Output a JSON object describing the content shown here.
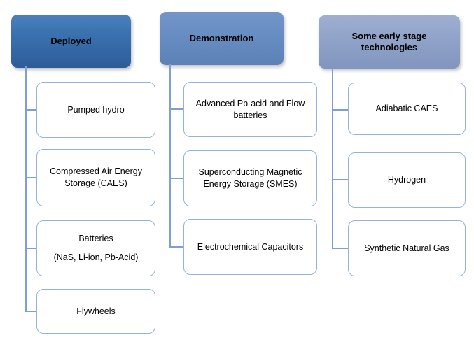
{
  "diagram": {
    "type": "hierarchy-list",
    "columns": [
      {
        "header": "Deployed",
        "items": [
          {
            "label": "Pumped hydro"
          },
          {
            "label": "Compressed Air Energy Storage (CAES)"
          },
          {
            "label": "Batteries\n(NaS, Li-ion, Pb-Acid)"
          },
          {
            "label": "Flywheels"
          }
        ]
      },
      {
        "header": "Demonstration",
        "items": [
          {
            "label": "Advanced Pb-acid and Flow batteries"
          },
          {
            "label": "Superconducting Magnetic Energy Storage  (SMES)"
          },
          {
            "label": "Electrochemical Capacitors"
          }
        ]
      },
      {
        "header": "Some early stage technologies",
        "items": [
          {
            "label": "Adiabatic CAES"
          },
          {
            "label": "Hydrogen"
          },
          {
            "label": "Synthetic Natural Gas"
          }
        ]
      }
    ],
    "colors": {
      "header_deployed_top": "#4a80bd",
      "header_deployed_bottom": "#2d5d98",
      "header_demonstration_top": "#7296c9",
      "header_demonstration_bottom": "#5b81b6",
      "header_early_stage_top": "#9fafd1",
      "header_early_stage_bottom": "#8095bf",
      "box_border": "#95b3d7",
      "connector_line": "#7f9fd0",
      "text": "#000000",
      "background": "#ffffff"
    }
  }
}
